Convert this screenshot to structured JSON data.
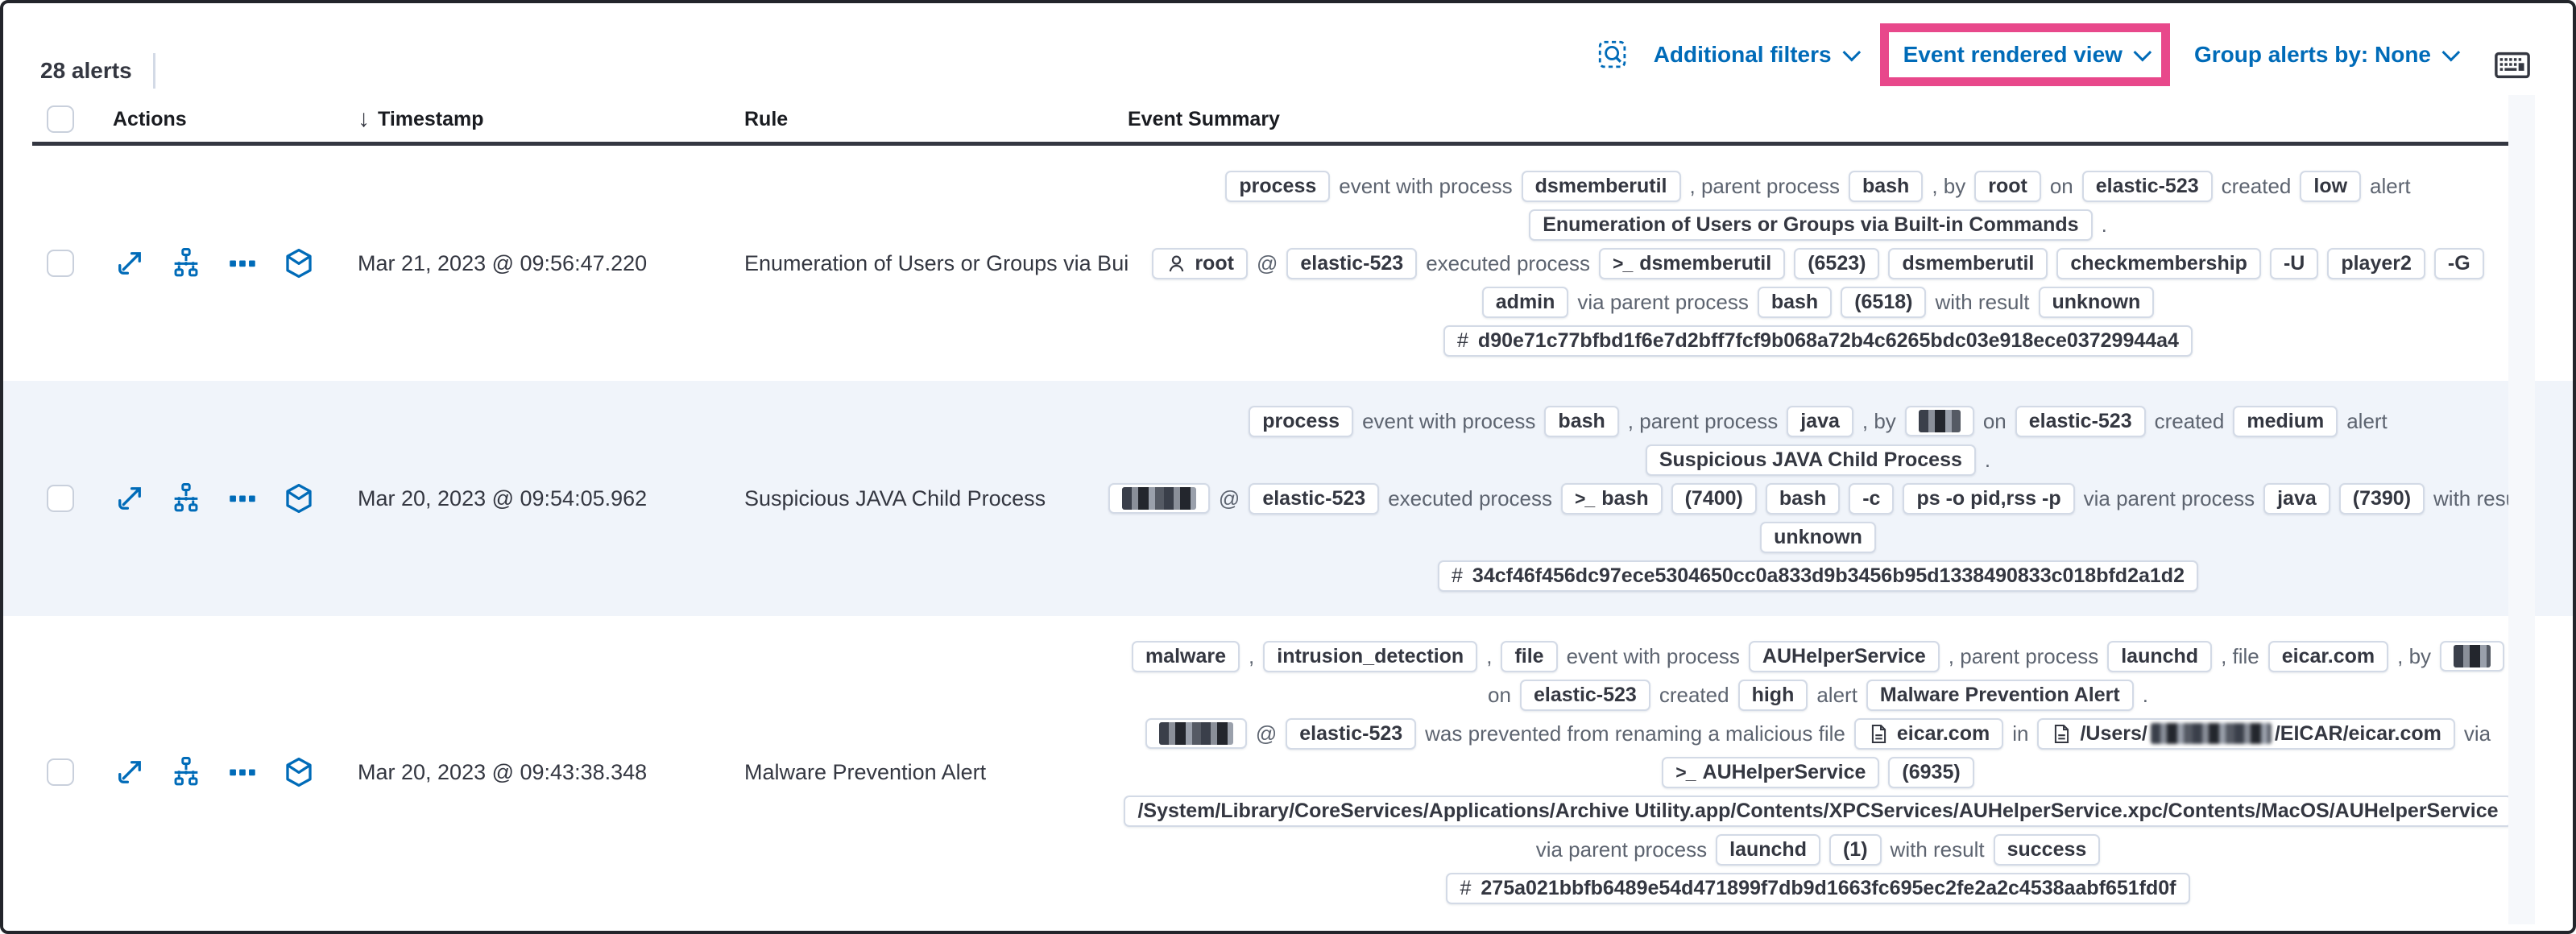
{
  "toolbar": {
    "alert_count": "28 alerts",
    "additional_filters_label": "Additional filters",
    "view_selector_label": "Event rendered view",
    "group_alerts_label": "Group alerts by: None"
  },
  "table": {
    "headers": {
      "actions": "Actions",
      "timestamp": "Timestamp",
      "rule": "Rule",
      "summary": "Event Summary"
    }
  },
  "colors": {
    "accent_pink": "#E8488B",
    "link_blue": "#006BB8",
    "header_text": "#343741",
    "shaded_row_bg": "#F0F4FA",
    "badge_border": "#D3DAE6"
  },
  "icons": {
    "inspect": "magnifier-in-dashed-box",
    "keyboard": "keyboard",
    "sort": "arrow-down",
    "chevron": "chevron-down",
    "expand": "diagonal-expand-arrows",
    "analyzer": "process-tree-graph",
    "more": "three-boxes-ellipsis",
    "session": "cube-session-viewer",
    "user": "person",
    "terminal": ">_",
    "file": "document",
    "hash": "#"
  },
  "rows": [
    {
      "timestamp": "Mar 21, 2023 @ 09:56:47.220",
      "rule": "Enumeration of Users or Groups via Bui",
      "summary_lines": [
        [
          {
            "kind": "badge",
            "text": "process"
          },
          {
            "kind": "text",
            "text": "event with process"
          },
          {
            "kind": "badge",
            "text": "dsmemberutil"
          },
          {
            "kind": "text",
            "text": ", parent process"
          },
          {
            "kind": "badge",
            "text": "bash"
          },
          {
            "kind": "text",
            "text": ", by"
          },
          {
            "kind": "badge",
            "text": "root"
          },
          {
            "kind": "text",
            "text": "on"
          },
          {
            "kind": "badge",
            "text": "elastic-523"
          },
          {
            "kind": "text",
            "text": "created"
          },
          {
            "kind": "badge",
            "text": "low"
          },
          {
            "kind": "text",
            "text": "alert"
          }
        ],
        [
          {
            "kind": "badge",
            "text": "Enumeration of Users or Groups via Built-in Commands"
          },
          {
            "kind": "text",
            "text": "."
          }
        ],
        [
          {
            "kind": "badge",
            "text": "root",
            "icon": "user"
          },
          {
            "kind": "text",
            "text": "@"
          },
          {
            "kind": "badge",
            "text": "elastic-523"
          },
          {
            "kind": "text",
            "text": "executed process"
          },
          {
            "kind": "badge",
            "text": "dsmemberutil",
            "icon": "terminal"
          },
          {
            "kind": "badge",
            "text": "(6523)"
          },
          {
            "kind": "badge",
            "text": "dsmemberutil"
          },
          {
            "kind": "badge",
            "text": "checkmembership"
          },
          {
            "kind": "badge",
            "text": "-U"
          },
          {
            "kind": "badge",
            "text": "player2"
          },
          {
            "kind": "badge",
            "text": "-G"
          }
        ],
        [
          {
            "kind": "badge",
            "text": "admin"
          },
          {
            "kind": "text",
            "text": "via parent process"
          },
          {
            "kind": "badge",
            "text": "bash"
          },
          {
            "kind": "badge",
            "text": "(6518)"
          },
          {
            "kind": "text",
            "text": "with result"
          },
          {
            "kind": "badge",
            "text": "unknown"
          }
        ],
        [
          {
            "kind": "badge",
            "text": "d90e71c77bfbd1f6e7d2bff7fcf9b068a72b4c6265bdc03e918ece03729944a4",
            "icon": "hash"
          }
        ]
      ]
    },
    {
      "timestamp": "Mar 20, 2023 @ 09:54:05.962",
      "rule": "Suspicious JAVA Child Process",
      "summary_lines": [
        [
          {
            "kind": "badge",
            "text": "process"
          },
          {
            "kind": "text",
            "text": "event with process"
          },
          {
            "kind": "badge",
            "text": "bash"
          },
          {
            "kind": "text",
            "text": ", parent process"
          },
          {
            "kind": "badge",
            "text": "java"
          },
          {
            "kind": "text",
            "text": ", by"
          },
          {
            "kind": "badge",
            "redact_width": 52
          },
          {
            "kind": "text",
            "text": "on"
          },
          {
            "kind": "badge",
            "text": "elastic-523"
          },
          {
            "kind": "text",
            "text": "created"
          },
          {
            "kind": "badge",
            "text": "medium"
          },
          {
            "kind": "text",
            "text": "alert"
          }
        ],
        [
          {
            "kind": "badge",
            "text": "Suspicious JAVA Child Process"
          },
          {
            "kind": "text",
            "text": "."
          }
        ],
        [
          {
            "kind": "badge",
            "redact_width": 92
          },
          {
            "kind": "text",
            "text": "@"
          },
          {
            "kind": "badge",
            "text": "elastic-523"
          },
          {
            "kind": "text",
            "text": "executed process"
          },
          {
            "kind": "badge",
            "text": "bash",
            "icon": "terminal"
          },
          {
            "kind": "badge",
            "text": "(7400)"
          },
          {
            "kind": "badge",
            "text": "bash"
          },
          {
            "kind": "badge",
            "text": "-c"
          },
          {
            "kind": "badge",
            "text": "ps -o pid,rss -p"
          },
          {
            "kind": "text",
            "text": "via parent process"
          },
          {
            "kind": "badge",
            "text": "java"
          },
          {
            "kind": "badge",
            "text": "(7390)"
          },
          {
            "kind": "text",
            "text": "with result"
          }
        ],
        [
          {
            "kind": "badge",
            "text": "unknown"
          }
        ],
        [
          {
            "kind": "badge",
            "text": "34cf46f456dc97ece5304650cc0a833d9b3456b95d1338490833c018bfd2a1d2",
            "icon": "hash"
          }
        ]
      ]
    },
    {
      "timestamp": "Mar 20, 2023 @ 09:43:38.348",
      "rule": "Malware Prevention Alert",
      "summary_lines": [
        [
          {
            "kind": "badge",
            "text": "malware"
          },
          {
            "kind": "text",
            "text": ","
          },
          {
            "kind": "badge",
            "text": "intrusion_detection"
          },
          {
            "kind": "text",
            "text": ","
          },
          {
            "kind": "badge",
            "text": "file"
          },
          {
            "kind": "text",
            "text": "event with process"
          },
          {
            "kind": "badge",
            "text": "AUHelperService"
          },
          {
            "kind": "text",
            "text": ", parent process"
          },
          {
            "kind": "badge",
            "text": "launchd"
          },
          {
            "kind": "text",
            "text": ", file"
          },
          {
            "kind": "badge",
            "text": "eicar.com"
          },
          {
            "kind": "text",
            "text": ", by"
          },
          {
            "kind": "badge",
            "redact_width": 46
          }
        ],
        [
          {
            "kind": "text",
            "text": "on"
          },
          {
            "kind": "badge",
            "text": "elastic-523"
          },
          {
            "kind": "text",
            "text": "created"
          },
          {
            "kind": "badge",
            "text": "high"
          },
          {
            "kind": "text",
            "text": "alert"
          },
          {
            "kind": "badge",
            "text": "Malware Prevention Alert"
          },
          {
            "kind": "text",
            "text": "."
          }
        ],
        [
          {
            "kind": "badge",
            "redact_width": 92
          },
          {
            "kind": "text",
            "text": "@"
          },
          {
            "kind": "badge",
            "text": "elastic-523"
          },
          {
            "kind": "text",
            "text": "was prevented from renaming a malicious file"
          },
          {
            "kind": "badge",
            "text": "eicar.com",
            "icon": "file"
          },
          {
            "kind": "text",
            "text": "in"
          },
          {
            "kind": "badge",
            "icon": "file",
            "segments": [
              {
                "text": "/Users/"
              },
              {
                "redact_width": 150
              },
              {
                "text": "/EICAR/eicar.com"
              }
            ]
          },
          {
            "kind": "text",
            "text": "via"
          }
        ],
        [
          {
            "kind": "badge",
            "text": "AUHelperService",
            "icon": "terminal"
          },
          {
            "kind": "badge",
            "text": "(6935)"
          }
        ],
        [
          {
            "kind": "badge",
            "text": "/System/Library/CoreServices/Applications/Archive Utility.app/Contents/XPCServices/AUHelperService.xpc/Contents/MacOS/AUHelperService"
          }
        ],
        [
          {
            "kind": "text",
            "text": "via parent process"
          },
          {
            "kind": "badge",
            "text": "launchd"
          },
          {
            "kind": "badge",
            "text": "(1)"
          },
          {
            "kind": "text",
            "text": "with result"
          },
          {
            "kind": "badge",
            "text": "success"
          }
        ],
        [
          {
            "kind": "badge",
            "text": "275a021bbfb6489e54d471899f7db9d1663fc695ec2fe2a2c4538aabf651fd0f",
            "icon": "hash"
          }
        ]
      ]
    }
  ]
}
